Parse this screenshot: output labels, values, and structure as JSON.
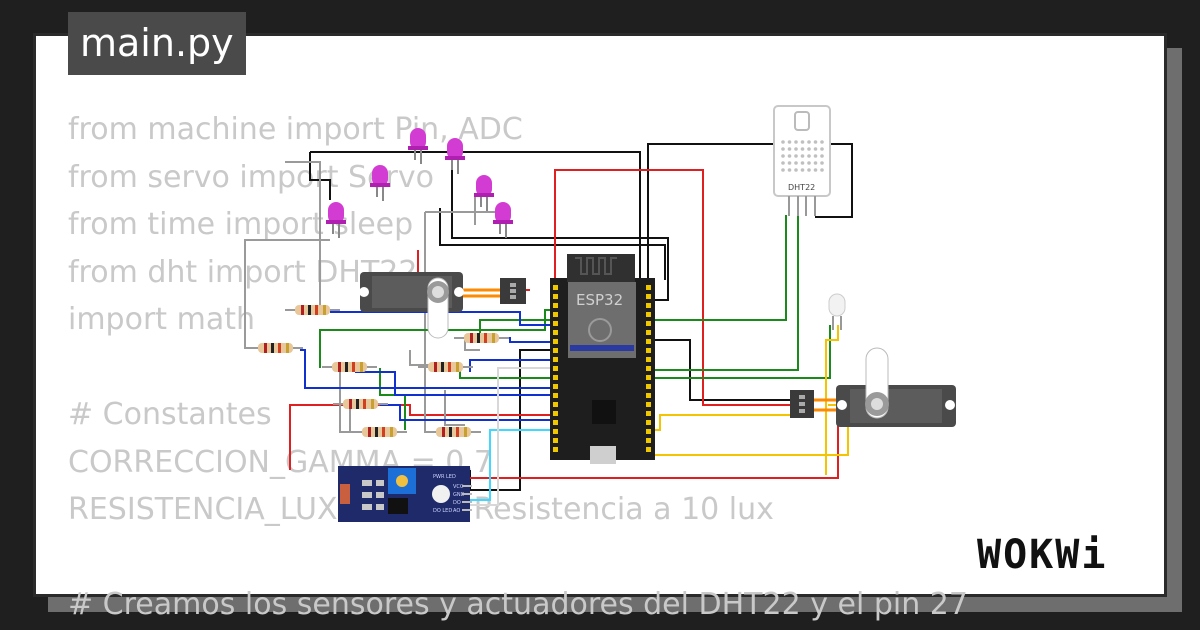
{
  "file_tab": {
    "label": "main.py"
  },
  "code_lines": [
    "from machine import Pin, ADC",
    "from servo import Servo",
    "from time import sleep",
    "from dht import DHT22",
    "import math",
    "",
    "# Constantes",
    "CORRECCION_GAMMA = 0.7",
    "RESISTENCIA_LUX = 50  # Resistencia a 10 lux",
    "",
    "# Creamos los sensores y actuadores del DHT22 y el pin 27"
  ],
  "components": {
    "mcu_label": "ESP32",
    "dht_label": "DHT22",
    "ldr_pins": [
      "VCC",
      "GND",
      "DO",
      "AO"
    ],
    "ldr_leds": [
      "PWR LED",
      "DO LED"
    ]
  },
  "brand": {
    "logo_text": "WOKWi"
  },
  "colors": {
    "wire_red": "#e02020",
    "wire_black": "#111111",
    "wire_green": "#1a8a1a",
    "wire_blue": "#1030d0",
    "wire_yellow": "#f5c400",
    "wire_cyan": "#40d8ff",
    "wire_gray": "#9a9a9a",
    "wire_orange": "#ff8a00",
    "led_magenta": "#d23cd2"
  }
}
